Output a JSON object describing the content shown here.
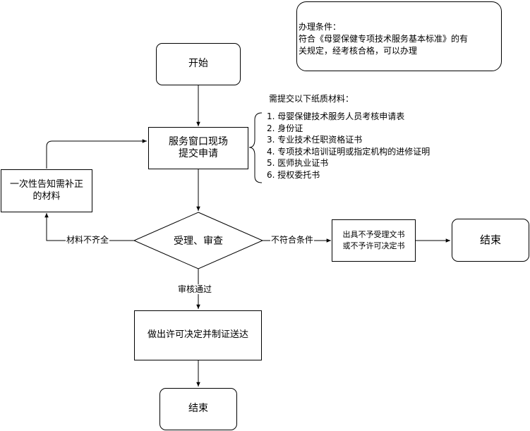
{
  "conditions": {
    "line1": "办理条件：",
    "line2": "符合《母婴保健专项技术服务基本标准》的有",
    "line3": "关规定，经考核合格，可以办理"
  },
  "nodes": {
    "start": "开始",
    "apply_line1": "服务窗口现场",
    "apply_line2": "提交申请",
    "review": "受理、审查",
    "reject_line1": "出具不予受理文书",
    "reject_line2": "或不予许可决定书",
    "end_right": "结束",
    "notify_line1": "一次性告知需补正",
    "notify_line2": "的材料",
    "approve": "做出许可决定并制证送达",
    "end_bottom": "结束"
  },
  "materials": {
    "title": "需提交以下纸质材料：",
    "items": [
      "1. 母婴保健技术服务人员考核申请表",
      "2. 身份证",
      "3. 专业技术任职资格证书",
      "4. 专项技术培训证明或指定机构的进修证明",
      "5. 医师执业证书",
      "6. 授权委托书"
    ]
  },
  "edge_labels": {
    "incomplete": "材料不齐全",
    "not_qualified": "不符合条件",
    "passed": "审核通过"
  }
}
